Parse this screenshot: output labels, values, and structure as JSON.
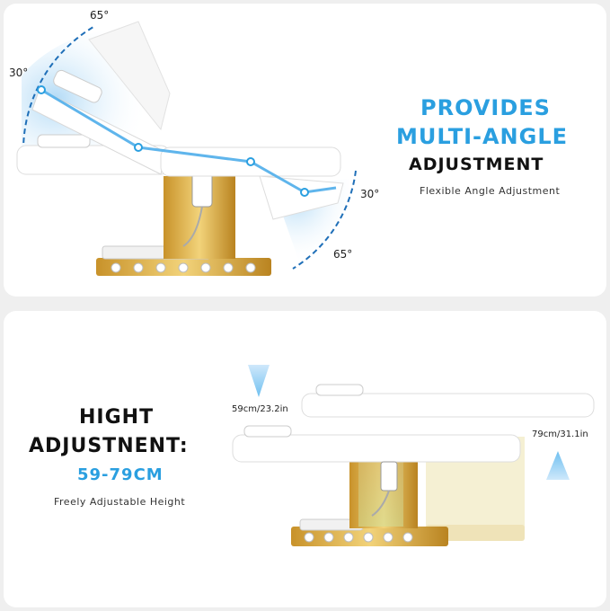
{
  "top": {
    "headline_line1": "PROVIDES",
    "headline_line2": "MULTI-ANGLE",
    "headline_line3": "ADJUSTMENT",
    "caption": "Flexible Angle Adjustment",
    "angle_back_outer": "65°",
    "angle_back_inner": "30°",
    "angle_leg_inner": "30°",
    "angle_leg_outer": "65°"
  },
  "bottom": {
    "headline_line1": "HIGHT",
    "headline_line2": "ADJUSTNENT:",
    "range": "59-79CM",
    "caption": "Freely Adjustable Height",
    "low_height": "59cm/23.2in",
    "high_height": "79cm/31.1in"
  },
  "colors": {
    "accent_blue": "#2a9fe0",
    "gold": "#d9a73a",
    "bed_white": "#ffffff"
  }
}
